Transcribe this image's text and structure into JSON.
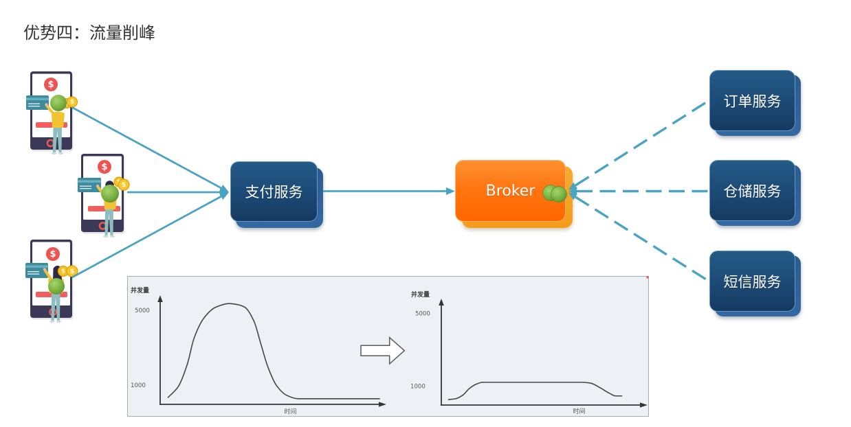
{
  "slide": {
    "title": "优势四：流量削峰"
  },
  "diagram": {
    "producers": [
      {
        "icon": "mobile-payment-icon",
        "message_tokens": 1
      },
      {
        "icon": "mobile-payment-icon",
        "message_tokens": 1
      },
      {
        "icon": "mobile-payment-icon",
        "message_tokens": 1
      }
    ],
    "payment_service": {
      "label": "支付服务"
    },
    "broker": {
      "label": "Broker",
      "message_tokens": 2
    },
    "consumer_services": [
      {
        "label": "订单服务"
      },
      {
        "label": "仓储服务"
      },
      {
        "label": "短信服务"
      }
    ],
    "edges": [
      {
        "from": "producers.0",
        "to": "支付服务",
        "style": "solid",
        "arrow": "end"
      },
      {
        "from": "producers.1",
        "to": "支付服务",
        "style": "solid",
        "arrow": "end"
      },
      {
        "from": "producers.2",
        "to": "支付服务",
        "style": "solid",
        "arrow": "end"
      },
      {
        "from": "支付服务",
        "to": "Broker",
        "style": "solid",
        "arrow": "end"
      },
      {
        "from": "订单服务",
        "to": "Broker",
        "style": "dashed",
        "arrow": "end"
      },
      {
        "from": "仓储服务",
        "to": "Broker",
        "style": "dashed",
        "arrow": "end"
      },
      {
        "from": "短信服务",
        "to": "Broker",
        "style": "dashed",
        "arrow": "end"
      }
    ]
  },
  "icons": {
    "dollar_glyph": "$",
    "producer": "mobile-payment-icon",
    "card": "credit-card-icon",
    "coins": "gold-coins-icon",
    "message_token": "green-circle-icon",
    "transition_arrow": "block-arrow-right-icon"
  },
  "colors": {
    "title_text": "#333333",
    "connector": "#4aa3c3",
    "service_box": "#1c4a76",
    "broker_box": "#ff7410",
    "consumer_token": "#7cb342",
    "chart_panel_bg": "#edf1f6",
    "chart_ink": "#444444"
  },
  "chart_data": [
    {
      "type": "line",
      "title": "",
      "xlabel": "时间",
      "ylabel": "并发量",
      "xlim": [
        0,
        100
      ],
      "ylim": [
        0,
        5850
      ],
      "xticks": [],
      "yticks": [
        5000,
        1000
      ],
      "ytick_labels": [
        "5000",
        "1000"
      ],
      "grid": false,
      "legend": "none",
      "series": [
        {
          "name": "",
          "x": [
            3.5,
            8,
            12,
            15,
            19.5,
            24.5,
            30.5,
            34,
            37.5,
            41.5,
            44.5,
            47.5,
            51.5,
            56,
            61,
            97
          ],
          "y": [
            370,
            950,
            2150,
            3550,
            4650,
            5200,
            5400,
            5350,
            5200,
            4450,
            3250,
            2050,
            1000,
            480,
            300,
            300
          ]
        }
      ]
    },
    {
      "type": "line",
      "title": "",
      "xlabel": "时间",
      "ylabel": "并发量",
      "xlim": [
        0,
        100
      ],
      "ylim": [
        0,
        5850
      ],
      "xticks": [],
      "yticks": [
        5000,
        1000
      ],
      "ytick_labels": [
        "5000",
        "1000"
      ],
      "grid": false,
      "legend": "none",
      "series": [
        {
          "name": "",
          "x": [
            3.5,
            7,
            10.5,
            13.5,
            17,
            20,
            68.5,
            72.5,
            77,
            81.5,
            84.5,
            87.5
          ],
          "y": [
            300,
            350,
            550,
            900,
            1150,
            1250,
            1250,
            1200,
            950,
            650,
            500,
            500
          ]
        }
      ]
    }
  ]
}
